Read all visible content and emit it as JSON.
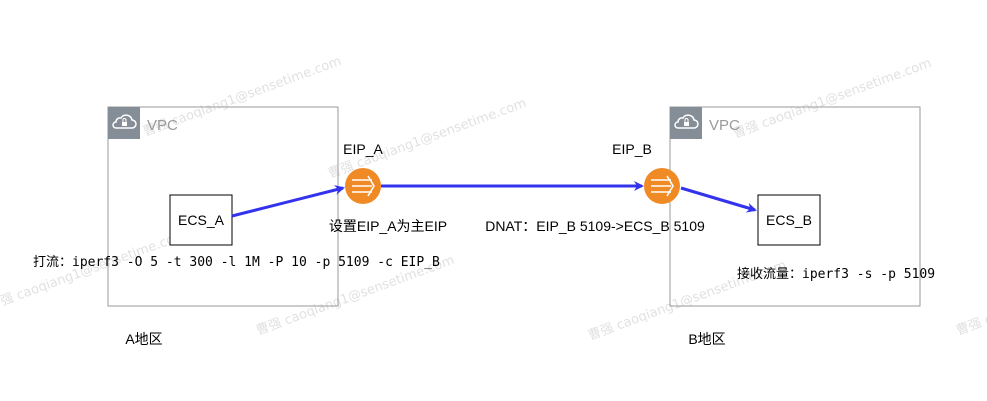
{
  "vpc_a": {
    "label": "VPC"
  },
  "vpc_b": {
    "label": "VPC"
  },
  "ecs_a": {
    "label": "ECS_A"
  },
  "ecs_b": {
    "label": "ECS_B"
  },
  "eip_a": {
    "label": "EIP_A",
    "note": "设置EIP_A为主EIP"
  },
  "eip_b": {
    "label": "EIP_B"
  },
  "dnat_rule": "DNAT：EIP_B 5109->ECS_B 5109",
  "command_a": "打流：iperf3 -O 5 -t 300 -l 1M -P 10 -p 5109 -c EIP_B",
  "command_b": "接收流量：iperf3 -s -p 5109",
  "region_a": "A地区",
  "region_b": "B地区",
  "watermark": "曹强 caoqiang1@sensetime.com",
  "colors": {
    "arrow": "#3333ee",
    "eip_fill": "#f08a24",
    "vpc_border": "#9a9a9a",
    "vpc_icon_bg": "#858d96"
  },
  "icons": {
    "vpc": "cloud-lock-icon",
    "eip": "nat-gateway-icon"
  }
}
